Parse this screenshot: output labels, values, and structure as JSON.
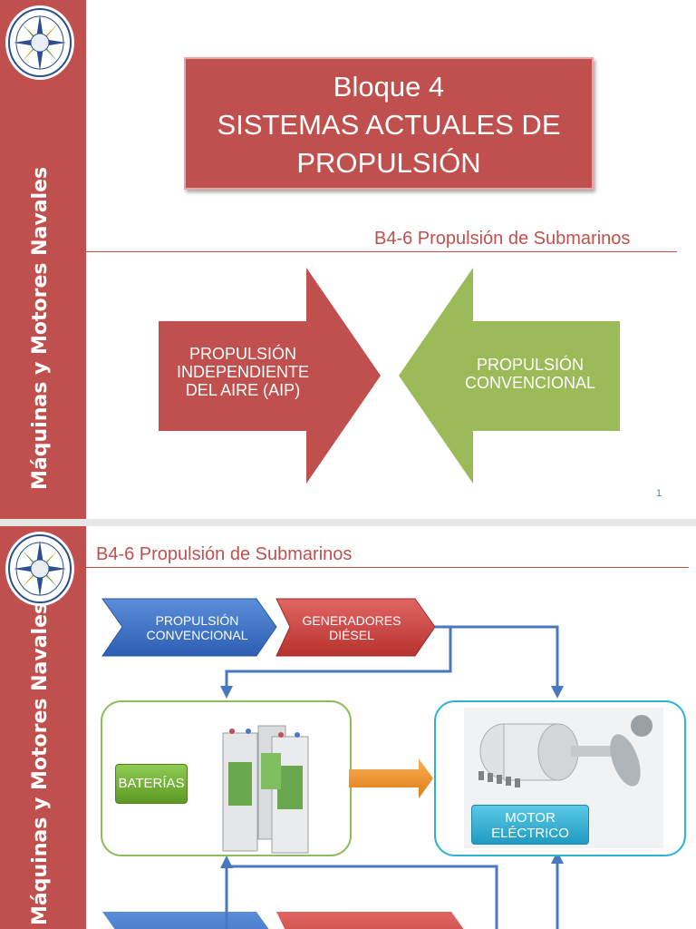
{
  "sidebar": {
    "slide1_text": "Máquinas y Motores Navales",
    "slide2_text": "Máquinas y Motores Navales"
  },
  "slide1": {
    "title_line1": "Bloque 4",
    "title_line2": "SISTEMAS ACTUALES DE",
    "title_line3": "PROPULSIÓN",
    "subtitle": "B4-6 Propulsión de Submarinos",
    "arrow_left": [
      "PROPULSIÓN",
      "INDEPENDIENTE",
      "DEL AIRE (AIP)"
    ],
    "arrow_right": [
      "PROPULSIÓN",
      "CONVENCIONAL"
    ],
    "page_number": "1"
  },
  "slide2": {
    "subtitle": "B4-6 Propulsión de Submarinos",
    "chevron_blue": [
      "PROPULSIÓN",
      "CONVENCIONAL"
    ],
    "chevron_red": [
      "GENERADORES",
      "DIÉSEL"
    ],
    "batteries_label": "BATERÍAS",
    "motor_label": [
      "MOTOR",
      "ELÉCTRICO"
    ]
  },
  "colors": {
    "red": "#c0504d",
    "green": "#9bbb59",
    "blue": "#3a6fc4",
    "orange": "#f28c28",
    "teal": "#2fb2d8"
  },
  "icons": [
    "university-seal-icon",
    "battery-cells-icon",
    "electric-motor-propeller-icon"
  ]
}
